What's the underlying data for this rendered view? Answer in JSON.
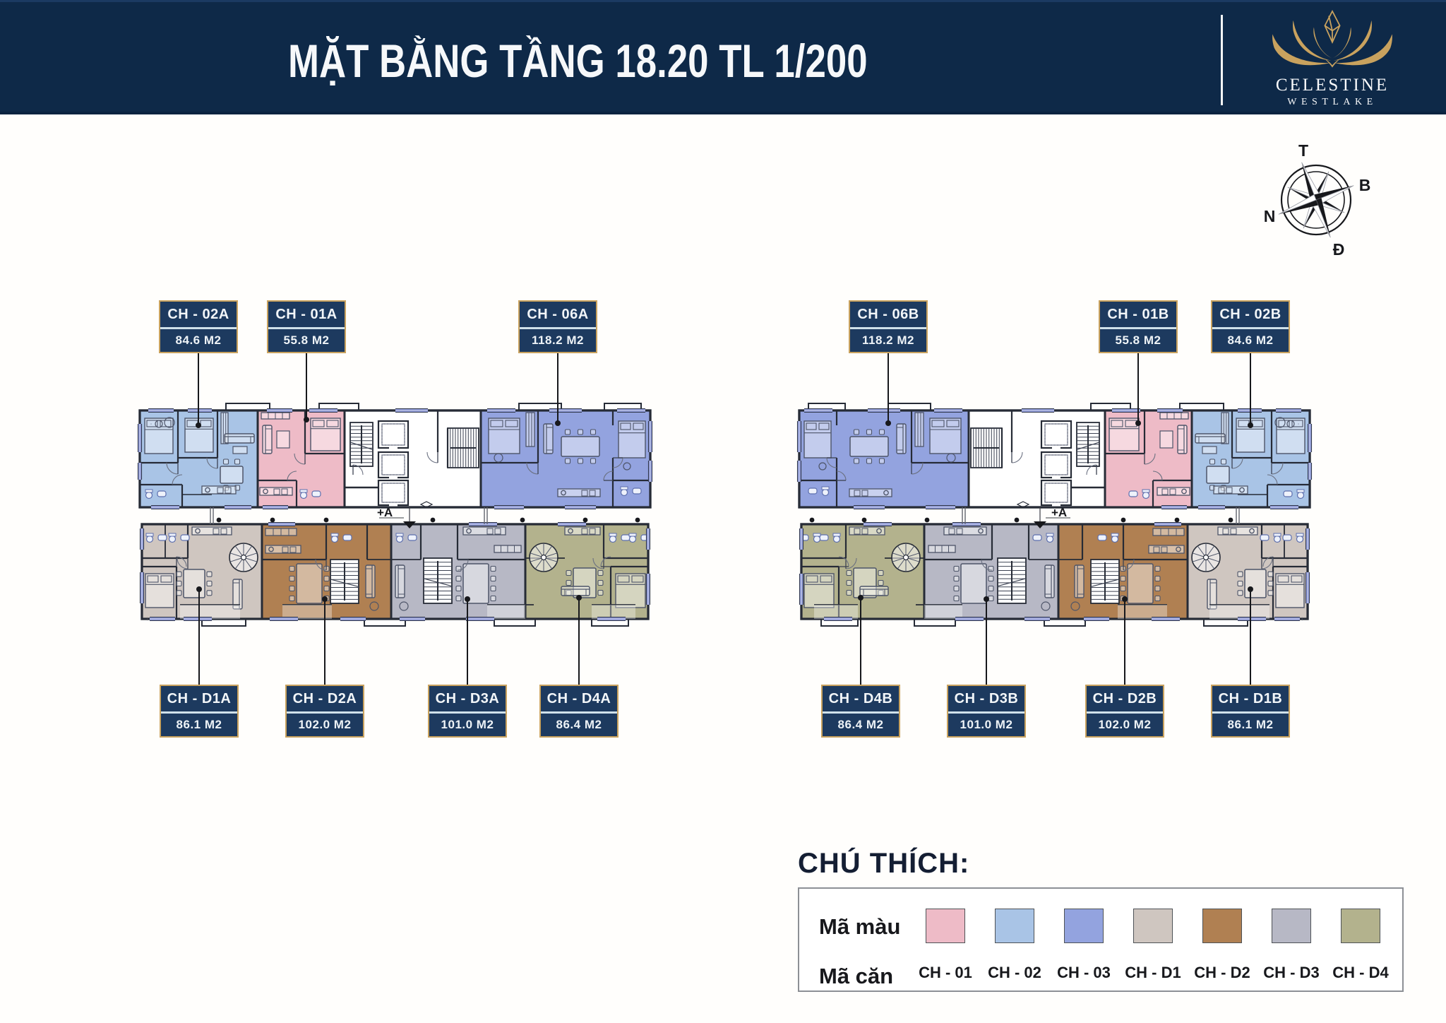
{
  "header": {
    "title": "MẶT BẰNG TẦNG 18.20 TL 1/200"
  },
  "brand": {
    "name": "CELESTINE",
    "subname": "WESTLAKE"
  },
  "compass": {
    "t": "T",
    "b": "B",
    "n": "N",
    "d": "Đ"
  },
  "section_marker": {
    "label": "+A"
  },
  "unit_labels": [
    {
      "code": "CH - 02A",
      "area": "84.6 M2"
    },
    {
      "code": "CH - 01A",
      "area": "55.8 M2"
    },
    {
      "code": "CH - 06A",
      "area": "118.2 M2"
    },
    {
      "code": "CH - 06B",
      "area": "118.2 M2"
    },
    {
      "code": "CH - 01B",
      "area": "55.8 M2"
    },
    {
      "code": "CH - 02B",
      "area": "84.6 M2"
    },
    {
      "code": "CH - D1A",
      "area": "86.1 M2"
    },
    {
      "code": "CH - D2A",
      "area": "102.0 M2"
    },
    {
      "code": "CH - D3A",
      "area": "101.0 M2"
    },
    {
      "code": "CH - D4A",
      "area": "86.4 M2"
    },
    {
      "code": "CH - D4B",
      "area": "86.4 M2"
    },
    {
      "code": "CH - D3B",
      "area": "101.0 M2"
    },
    {
      "code": "CH - D2B",
      "area": "102.0 M2"
    },
    {
      "code": "CH - D1B",
      "area": "86.1 M2"
    }
  ],
  "legend": {
    "heading": "CHÚ THÍCH:",
    "color_row_label": "Mã màu",
    "code_row_label": "Mã căn",
    "items": [
      {
        "code": "CH - 01",
        "color": "#eebbc7"
      },
      {
        "code": "CH - 02",
        "color": "#a9c4e6"
      },
      {
        "code": "CH - 03",
        "color": "#93a3df"
      },
      {
        "code": "CH - D1",
        "color": "#cfc6c0"
      },
      {
        "code": "CH - D2",
        "color": "#b08052"
      },
      {
        "code": "CH - D3",
        "color": "#b7b8c5"
      },
      {
        "code": "CH - D4",
        "color": "#b3b28d"
      }
    ]
  },
  "theme": {
    "navy": "#0e2948",
    "panel_navy": "#1d3a5f",
    "gold": "#c9a25e",
    "divider_light": "#cfe0ea",
    "ink": "#17181c"
  }
}
